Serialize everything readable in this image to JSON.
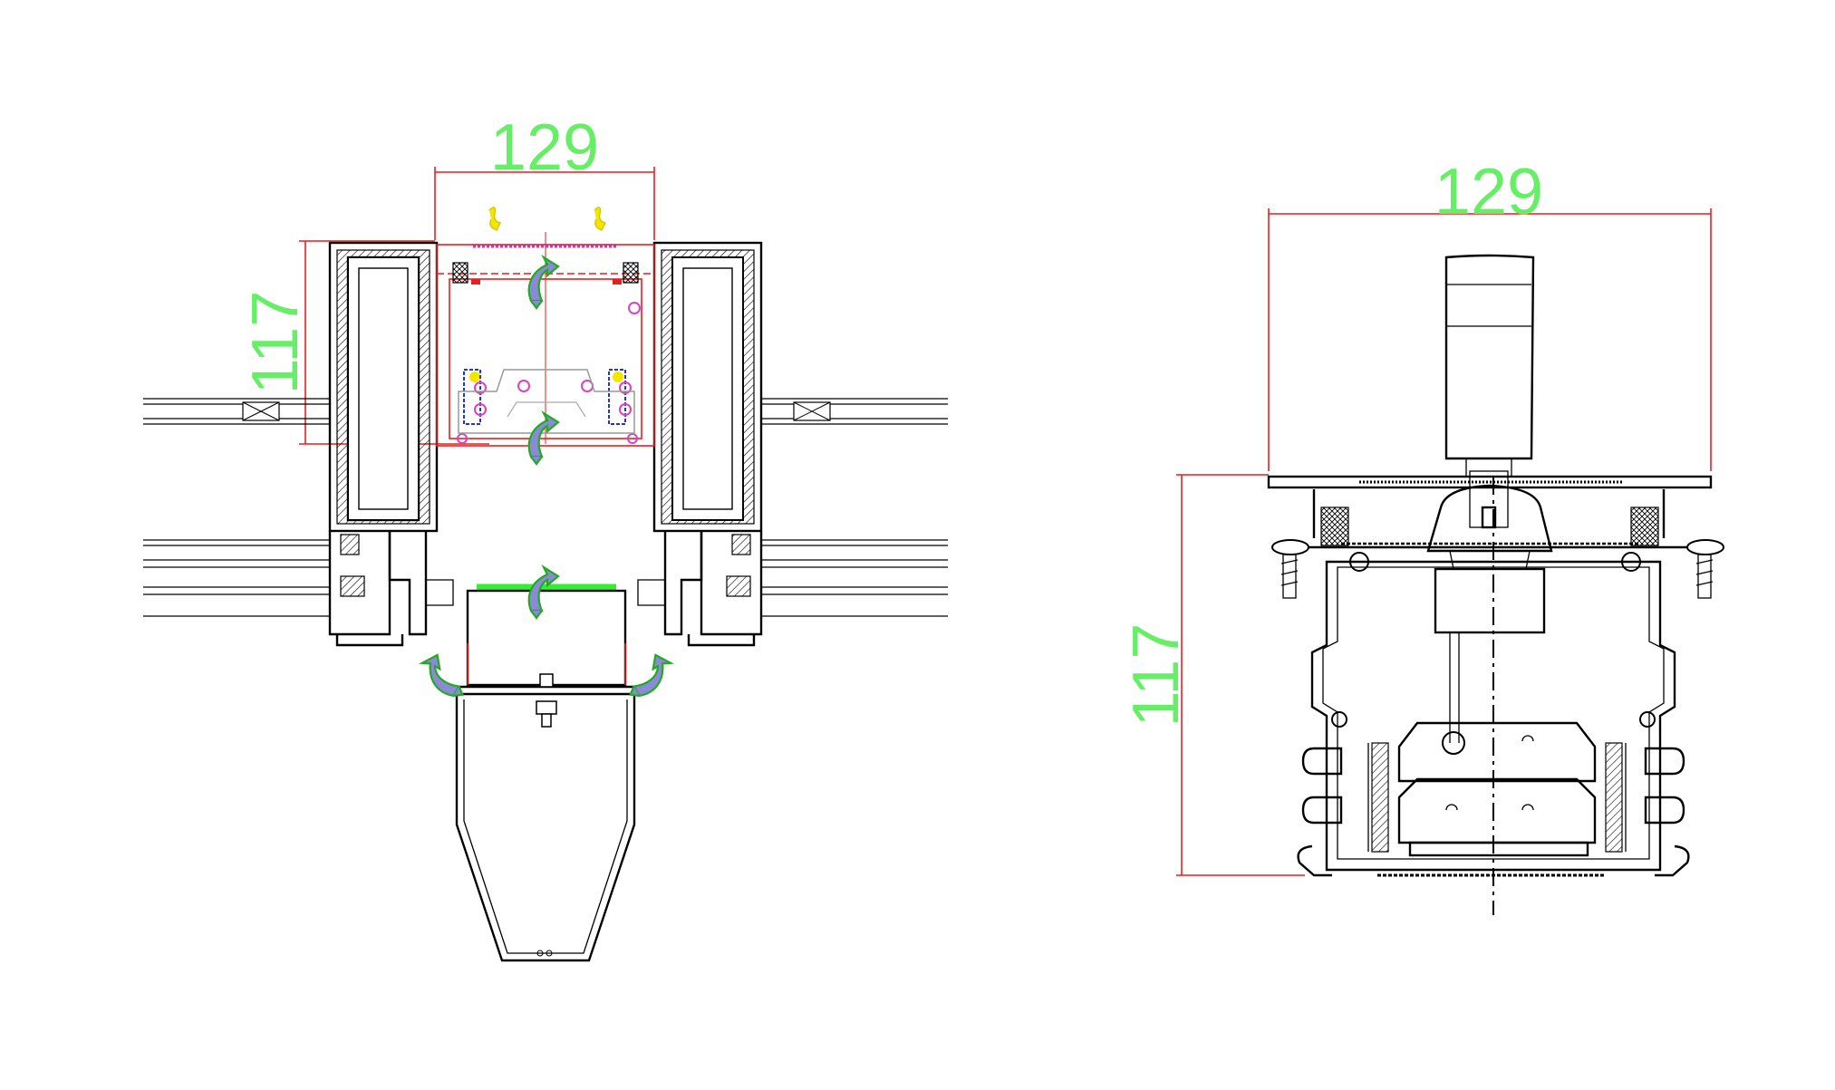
{
  "drawing": {
    "left_view": {
      "dim_width": "129",
      "dim_height": "117"
    },
    "right_view": {
      "dim_width": "129",
      "dim_height": "117"
    }
  },
  "colors": {
    "dimension_text": "#66ee66",
    "dimension_line": "#ee1c1c",
    "outline": "#000000",
    "arrow_fill": "#8888cc",
    "arrow_outline": "#22aa22",
    "seal_yellow": "#f2e600",
    "clip_magenta": "#e040c0",
    "clip_blue": "#2233dd",
    "green_bar": "#33ee33"
  }
}
